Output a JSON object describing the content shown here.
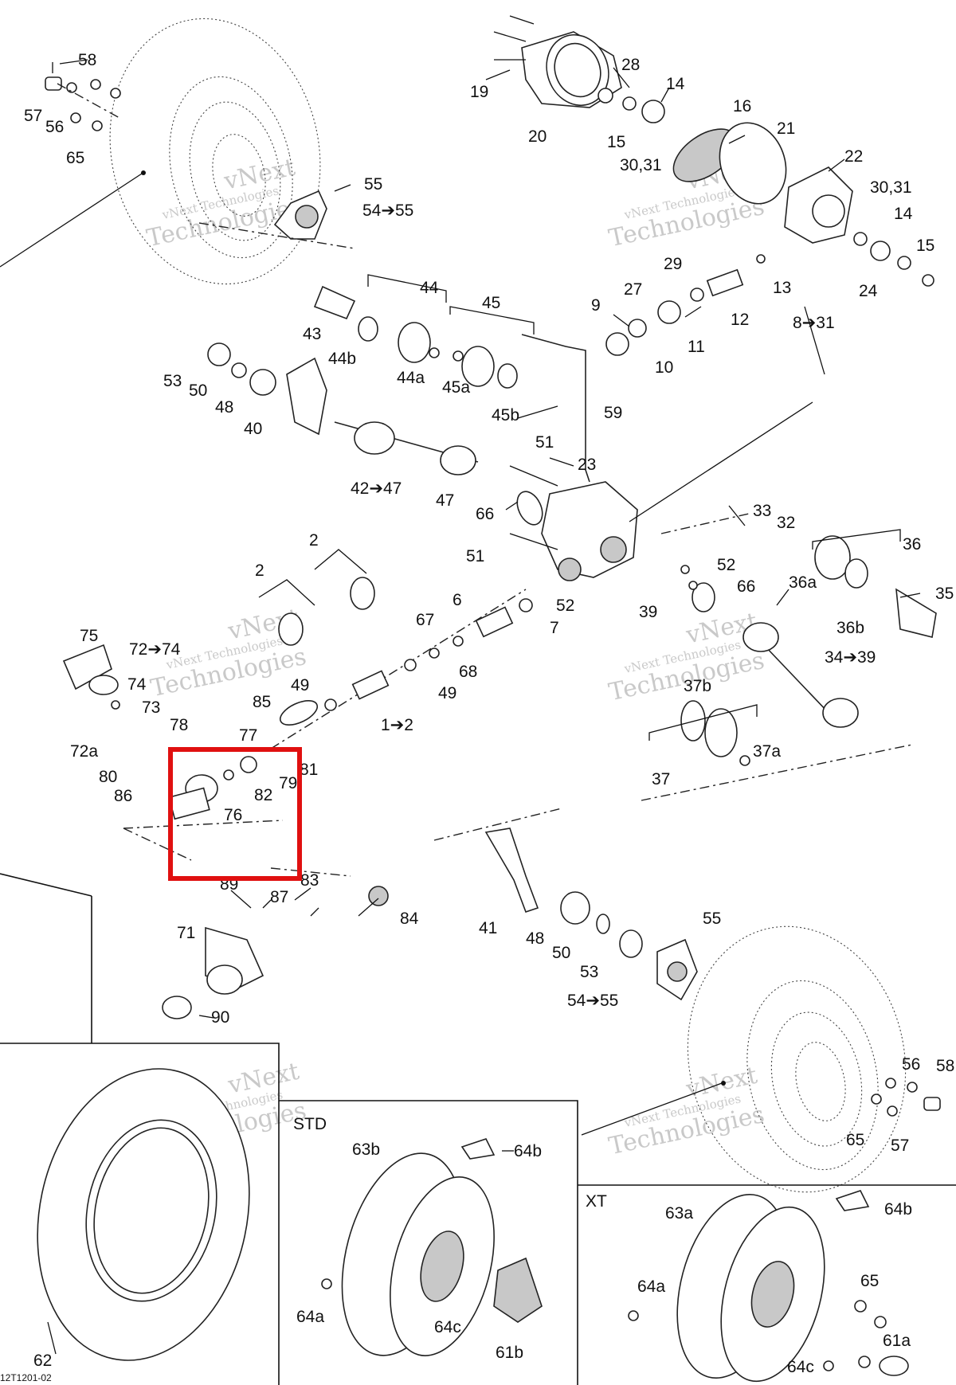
{
  "diagram": {
    "callouts": [
      {
        "id": "58a",
        "text": "58"
      },
      {
        "id": "57a",
        "text": "57"
      },
      {
        "id": "56a",
        "text": "56"
      },
      {
        "id": "65a",
        "text": "65"
      },
      {
        "id": "55a",
        "text": "55"
      },
      {
        "id": "54to55a",
        "text": "54➔55"
      },
      {
        "id": "19",
        "text": "19"
      },
      {
        "id": "20",
        "text": "20"
      },
      {
        "id": "28a",
        "text": "28"
      },
      {
        "id": "14a",
        "text": "14"
      },
      {
        "id": "15a",
        "text": "15"
      },
      {
        "id": "3031a",
        "text": "30,31"
      },
      {
        "id": "16",
        "text": "16"
      },
      {
        "id": "21",
        "text": "21"
      },
      {
        "id": "22",
        "text": "22"
      },
      {
        "id": "3031b",
        "text": "30,31"
      },
      {
        "id": "14b",
        "text": "14"
      },
      {
        "id": "15b",
        "text": "15"
      },
      {
        "id": "28b",
        "text": "28"
      },
      {
        "id": "24",
        "text": "24"
      },
      {
        "id": "13",
        "text": "13"
      },
      {
        "id": "29",
        "text": "29"
      },
      {
        "id": "27",
        "text": "27"
      },
      {
        "id": "12",
        "text": "12"
      },
      {
        "id": "9",
        "text": "9"
      },
      {
        "id": "11",
        "text": "11"
      },
      {
        "id": "10",
        "text": "10"
      },
      {
        "id": "8to31",
        "text": "8➔31"
      },
      {
        "id": "44",
        "text": "44"
      },
      {
        "id": "45",
        "text": "45"
      },
      {
        "id": "43",
        "text": "43"
      },
      {
        "id": "44b",
        "text": "44b"
      },
      {
        "id": "44a",
        "text": "44a"
      },
      {
        "id": "45a",
        "text": "45a"
      },
      {
        "id": "45b",
        "text": "45b"
      },
      {
        "id": "53a",
        "text": "53"
      },
      {
        "id": "50a",
        "text": "50"
      },
      {
        "id": "48a",
        "text": "48"
      },
      {
        "id": "40",
        "text": "40"
      },
      {
        "id": "59",
        "text": "59"
      },
      {
        "id": "42to47",
        "text": "42➔47"
      },
      {
        "id": "51a",
        "text": "51"
      },
      {
        "id": "23",
        "text": "23"
      },
      {
        "id": "47",
        "text": "47"
      },
      {
        "id": "66a",
        "text": "66"
      },
      {
        "id": "51b",
        "text": "51"
      },
      {
        "id": "33",
        "text": "33"
      },
      {
        "id": "32",
        "text": "32"
      },
      {
        "id": "36",
        "text": "36"
      },
      {
        "id": "36a",
        "text": "36a"
      },
      {
        "id": "35",
        "text": "35"
      },
      {
        "id": "36b",
        "text": "36b"
      },
      {
        "id": "52a",
        "text": "52"
      },
      {
        "id": "66b",
        "text": "66"
      },
      {
        "id": "52b",
        "text": "52"
      },
      {
        "id": "39",
        "text": "39"
      },
      {
        "id": "34to39",
        "text": "34➔39"
      },
      {
        "id": "37b",
        "text": "37b"
      },
      {
        "id": "37a",
        "text": "37a"
      },
      {
        "id": "37",
        "text": "37"
      },
      {
        "id": "2a",
        "text": "2"
      },
      {
        "id": "2b",
        "text": "2"
      },
      {
        "id": "6",
        "text": "6"
      },
      {
        "id": "7",
        "text": "7"
      },
      {
        "id": "67",
        "text": "67"
      },
      {
        "id": "68",
        "text": "68"
      },
      {
        "id": "49a",
        "text": "49"
      },
      {
        "id": "49b",
        "text": "49"
      },
      {
        "id": "1to2",
        "text": "1➔2"
      },
      {
        "id": "85",
        "text": "85"
      },
      {
        "id": "75",
        "text": "75"
      },
      {
        "id": "72to74",
        "text": "72➔74"
      },
      {
        "id": "74",
        "text": "74"
      },
      {
        "id": "73",
        "text": "73"
      },
      {
        "id": "72a",
        "text": "72a"
      },
      {
        "id": "80",
        "text": "80"
      },
      {
        "id": "86",
        "text": "86"
      },
      {
        "id": "78",
        "text": "78"
      },
      {
        "id": "77",
        "text": "77"
      },
      {
        "id": "81",
        "text": "81"
      },
      {
        "id": "79",
        "text": "79"
      },
      {
        "id": "82",
        "text": "82"
      },
      {
        "id": "76",
        "text": "76"
      },
      {
        "id": "89",
        "text": "89"
      },
      {
        "id": "87",
        "text": "87"
      },
      {
        "id": "83",
        "text": "83"
      },
      {
        "id": "84",
        "text": "84"
      },
      {
        "id": "71",
        "text": "71"
      },
      {
        "id": "90",
        "text": "90"
      },
      {
        "id": "41",
        "text": "41"
      },
      {
        "id": "48b",
        "text": "48"
      },
      {
        "id": "50b",
        "text": "50"
      },
      {
        "id": "53b",
        "text": "53"
      },
      {
        "id": "55b",
        "text": "55"
      },
      {
        "id": "54to55b",
        "text": "54➔55"
      },
      {
        "id": "56b",
        "text": "56"
      },
      {
        "id": "58b",
        "text": "58"
      },
      {
        "id": "65b",
        "text": "65"
      },
      {
        "id": "57b",
        "text": "57"
      },
      {
        "id": "62",
        "text": "62"
      },
      {
        "id": "63b",
        "text": "63b"
      },
      {
        "id": "64b",
        "text": "64b"
      },
      {
        "id": "64a_std",
        "text": "64a"
      },
      {
        "id": "64c_std",
        "text": "64c"
      },
      {
        "id": "61b",
        "text": "61b"
      },
      {
        "id": "63a",
        "text": "63a"
      },
      {
        "id": "64b_xt",
        "text": "64b"
      },
      {
        "id": "64a_xt",
        "text": "64a"
      },
      {
        "id": "65c",
        "text": "65"
      },
      {
        "id": "61a",
        "text": "61a"
      },
      {
        "id": "64c_xt",
        "text": "64c"
      }
    ],
    "panels": {
      "std": "STD",
      "xt": "XT"
    },
    "watermark": {
      "line1": "vNext Technologies",
      "line2": "vNext",
      "line3": "Technologies"
    },
    "footer_code": "12T1201-02",
    "highlight_color": "#e01010"
  }
}
